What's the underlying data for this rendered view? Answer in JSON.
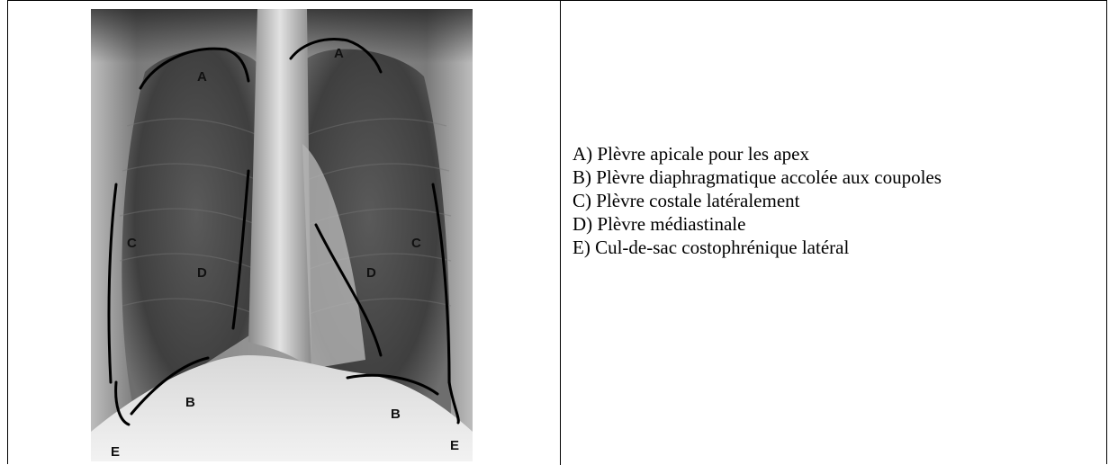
{
  "figure": {
    "labels": {
      "apex_left": "A",
      "apex_right": "A",
      "costal_left": "C",
      "costal_right": "C",
      "mediastinal_left": "D",
      "mediastinal_right": "D",
      "diaphragm_left": "B",
      "diaphragm_right": "B",
      "recess_left": "E",
      "recess_right": "E"
    }
  },
  "legend": {
    "items": [
      "A) Plèvre apicale pour les apex",
      "B) Plèvre diaphragmatique accolée aux coupoles",
      "C) Plèvre costale latéralement",
      "D) Plèvre médiastinale",
      "E) Cul-de-sac costophrénique latéral"
    ]
  }
}
